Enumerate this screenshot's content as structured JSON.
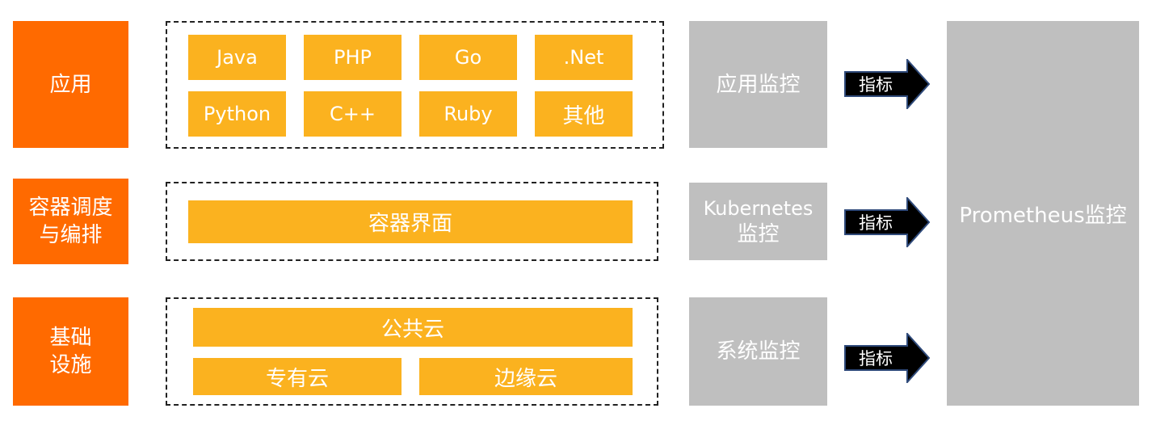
{
  "layers": {
    "app": {
      "line1": "应用"
    },
    "container": {
      "line1": "容器调度",
      "line2": "与编排"
    },
    "infra": {
      "line1": "基础",
      "line2": "设施"
    }
  },
  "languages": [
    "Java",
    "PHP",
    "Go",
    ".Net",
    "Python",
    "C++",
    "Ruby",
    "其他"
  ],
  "container_interface": "容器界面",
  "clouds": {
    "public": "公共云",
    "private": "专有云",
    "edge": "边缘云"
  },
  "monitors": {
    "app": {
      "line1": "应用监控"
    },
    "k8s": {
      "line1": "Kubernetes",
      "line2": "监控"
    },
    "system": {
      "line1": "系统监控"
    }
  },
  "arrow_label": "指标",
  "prometheus": "Prometheus监控",
  "colors": {
    "layer_orange": "#ff6a00",
    "tile_yellow": "#fbb21f",
    "monitor_gray": "#bfbfbf",
    "arrow_fill": "#000000",
    "arrow_stroke": "#2f4a7a"
  }
}
